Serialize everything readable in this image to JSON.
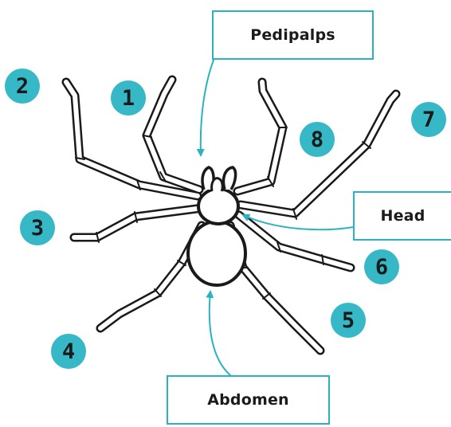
{
  "labels": {
    "pedipalps": "Pedipalps",
    "head": "Head",
    "abdomen": "Abdomen"
  },
  "leg_numbers": [
    "1",
    "2",
    "3",
    "4",
    "5",
    "6",
    "7",
    "8"
  ],
  "colors": {
    "accent": "#36b8c6",
    "outline": "#1a1a1a",
    "background": "#ffffff"
  }
}
